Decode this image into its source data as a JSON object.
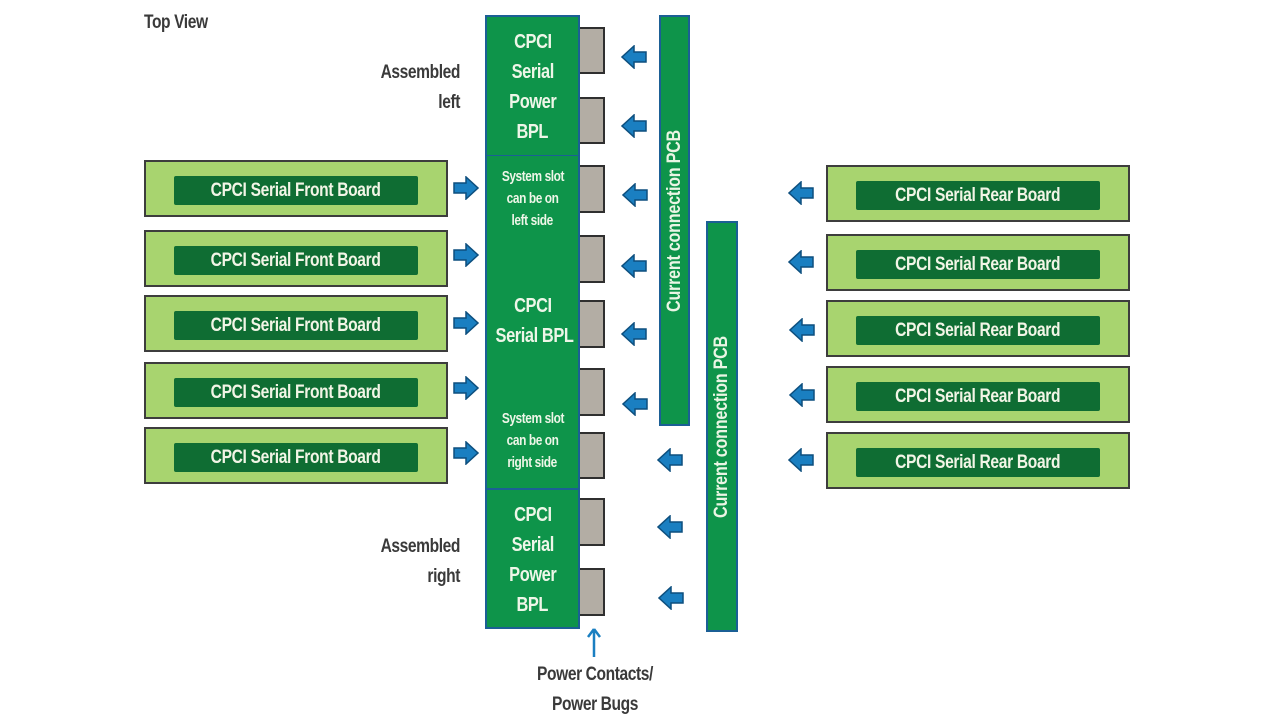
{
  "title": "Top View",
  "labels": {
    "assembled_left": [
      "Assembled",
      "left"
    ],
    "assembled_right": [
      "Assembled",
      "right"
    ],
    "power_contacts": [
      "Power Contacts/",
      "Power Bugs"
    ]
  },
  "backplanes": {
    "power_top": [
      "CPCI",
      "Serial",
      "Power",
      "BPL"
    ],
    "system_slot_left": [
      "System slot",
      "can be on",
      "left side"
    ],
    "serial_bpl": [
      "CPCI",
      "Serial BPL"
    ],
    "system_slot_right": [
      "System slot",
      "can be on",
      "right side"
    ],
    "power_bottom": [
      "CPCI",
      "Serial",
      "Power",
      "BPL"
    ]
  },
  "pcbs": {
    "left": "Current connection PCB",
    "right": "Current connection PCB"
  },
  "front_boards": [
    "CPCI Serial Front Board",
    "CPCI Serial Front Board",
    "CPCI Serial Front Board",
    "CPCI Serial Front Board",
    "CPCI Serial Front Board"
  ],
  "rear_boards": [
    "CPCI Serial Rear Board",
    "CPCI Serial Rear Board",
    "CPCI Serial Rear Board",
    "CPCI Serial Rear Board",
    "CPCI Serial Rear Board"
  ],
  "colors": {
    "backplane_green": "#0e944a",
    "board_light_green": "#a8d46f",
    "board_label_dark_green": "#0f6d33",
    "border_blue": "#1b5f95",
    "arrow_blue": "#1a7fc1",
    "connector_gray": "#b3ada4"
  }
}
